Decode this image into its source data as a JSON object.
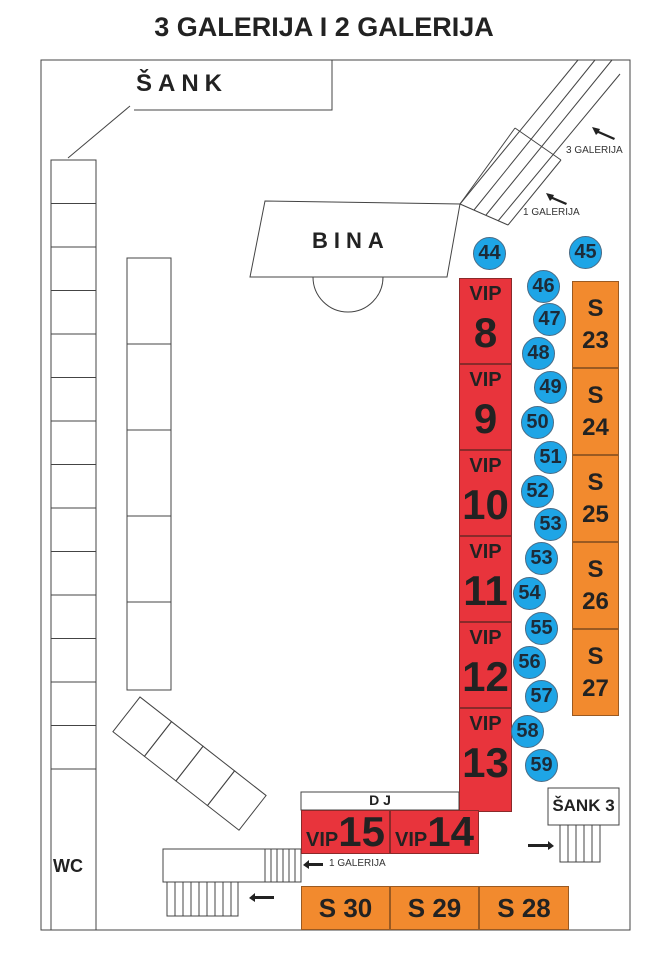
{
  "title": "3 GALERIJA I 2 GALERIJA",
  "bar_top": "ŠANK",
  "stage": "BINA",
  "wc": "WC",
  "dj": "D J",
  "bar3": "ŠANK 3",
  "gallery_labels": {
    "g3": "3 GALERIJA",
    "g1_top": "1 GALERIJA",
    "g1_bottom": "1 GALERIJA"
  },
  "vip_prefix": "VIP",
  "vip_tables": [
    "8",
    "9",
    "10",
    "11",
    "12",
    "13"
  ],
  "vip_bottom": [
    "15",
    "14"
  ],
  "s_tables": [
    {
      "p": "S",
      "n": "23"
    },
    {
      "p": "S",
      "n": "24"
    },
    {
      "p": "S",
      "n": "25"
    },
    {
      "p": "S",
      "n": "26"
    },
    {
      "p": "S",
      "n": "27"
    }
  ],
  "s_bottom": [
    "S 30",
    "S 29",
    "S 28"
  ],
  "round_tables": [
    "44",
    "45",
    "46",
    "47",
    "48",
    "49",
    "50",
    "51",
    "52",
    "53",
    "53",
    "54",
    "55",
    "56",
    "57",
    "58",
    "59"
  ],
  "colors": {
    "vip": "#e8343c",
    "standard": "#f28a2e",
    "round": "#1ea5e6"
  }
}
